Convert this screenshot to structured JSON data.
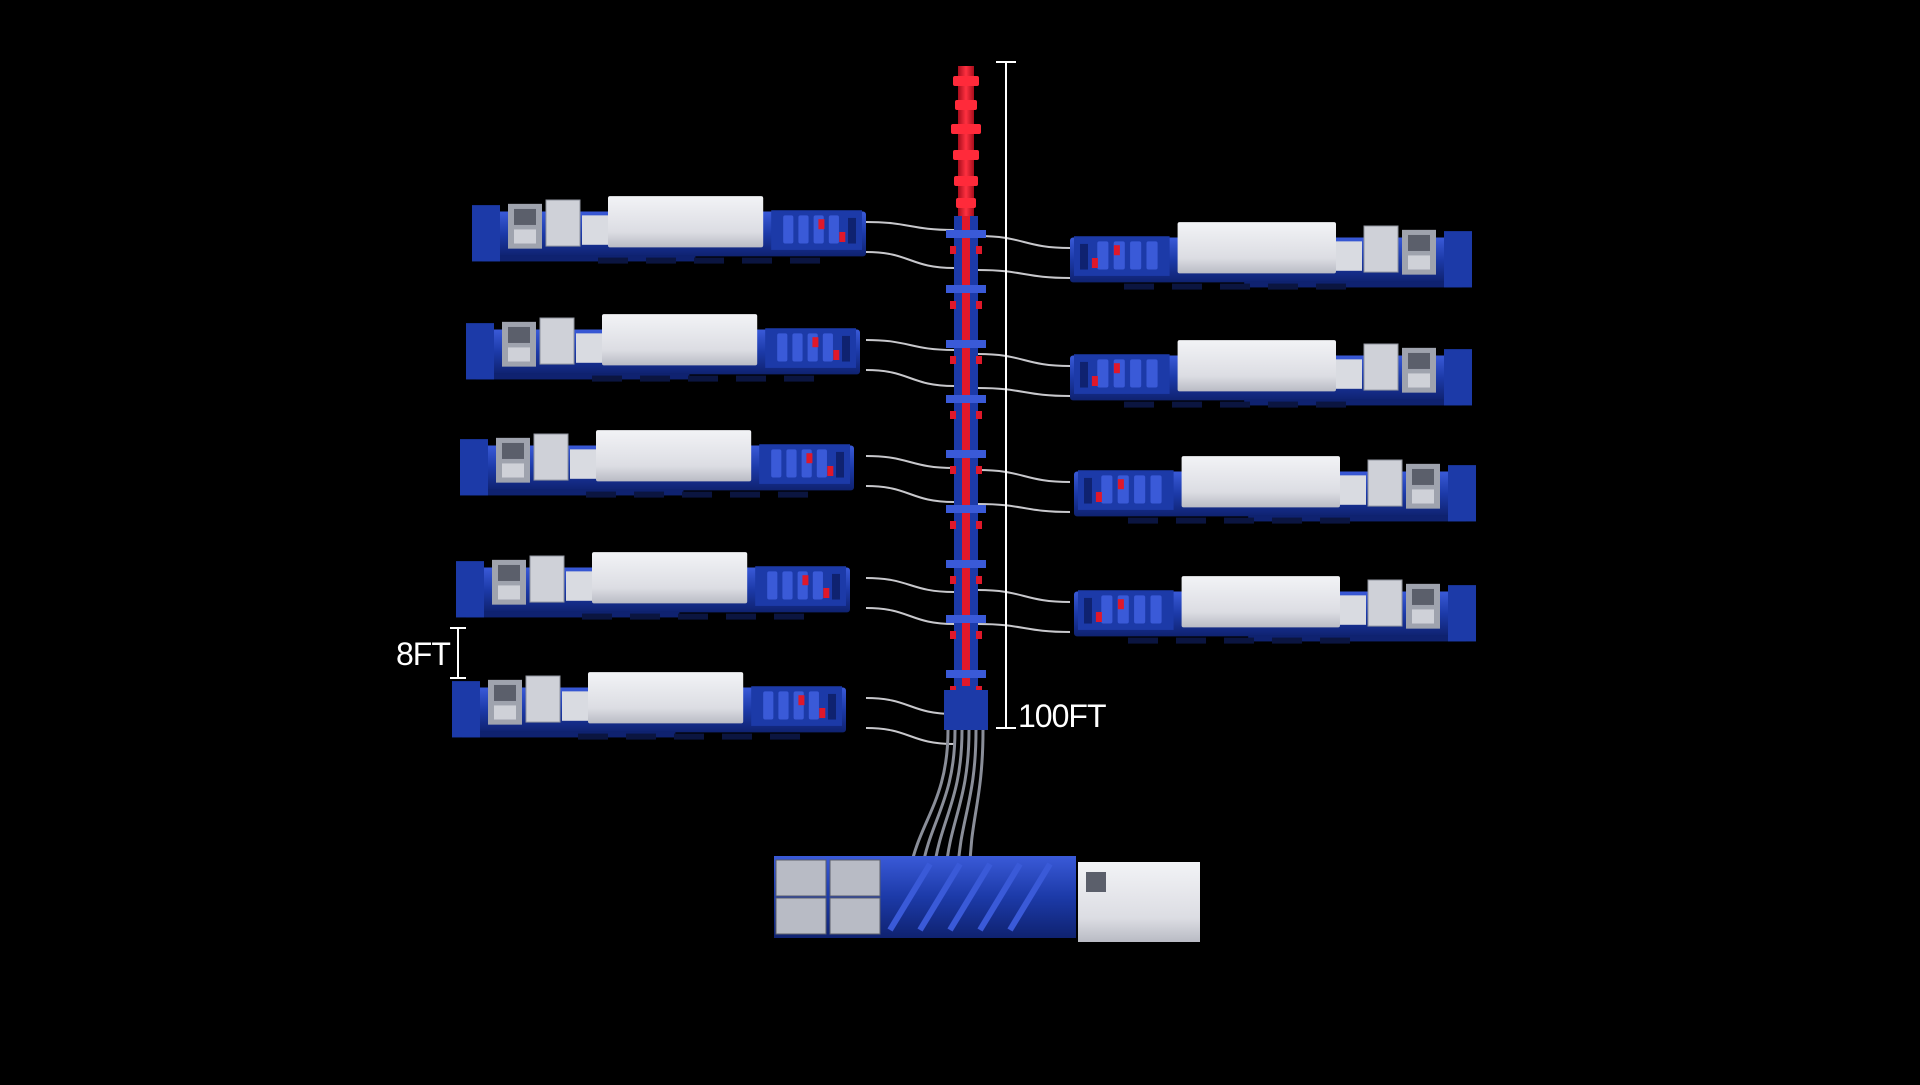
{
  "dimensions": {
    "pump_spacing": "8FT",
    "manifold_length": "100FT"
  },
  "colors": {
    "background": "#000000",
    "equipment_blue": "#1c3aa8",
    "equipment_blue_dark": "#0f2270",
    "equipment_blue_light": "#3a5ad8",
    "housing_white": "#e4e5ea",
    "housing_shadow": "#b9bbc4",
    "manifold_red": "#e0182a",
    "hose_gray": "#c8c8cc",
    "dimension_line": "#ffffff"
  },
  "components": {
    "left_pumps": [
      "frac-pump-unit",
      "frac-pump-unit",
      "frac-pump-unit",
      "frac-pump-unit",
      "frac-pump-unit"
    ],
    "right_pumps": [
      "frac-pump-unit",
      "frac-pump-unit",
      "frac-pump-unit",
      "frac-pump-unit"
    ],
    "center": "high-pressure-manifold",
    "bottom": "blender-unit"
  }
}
